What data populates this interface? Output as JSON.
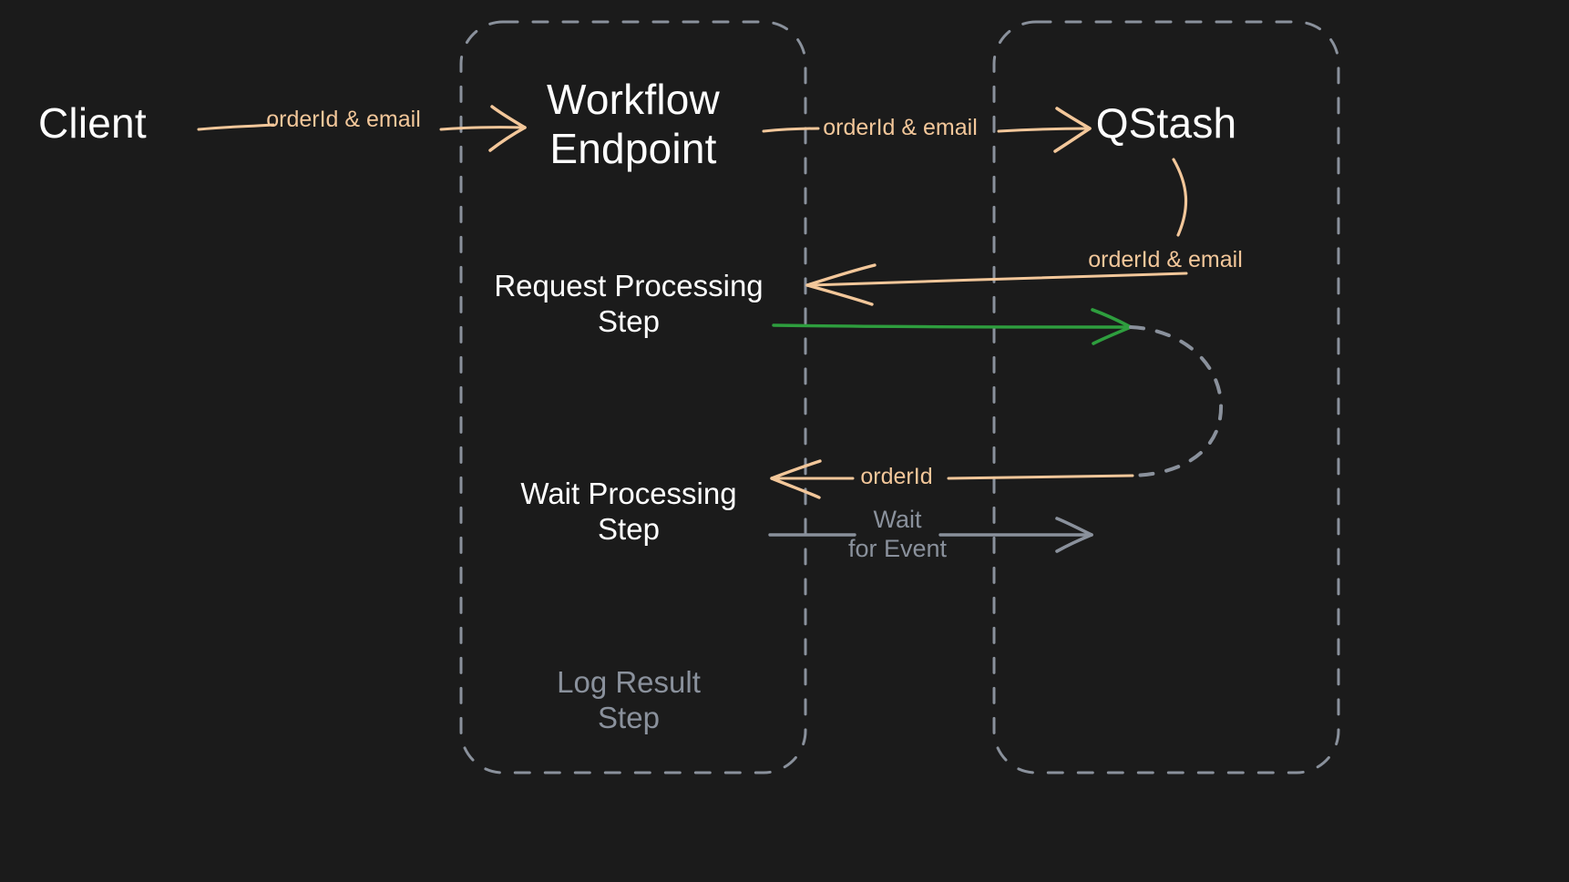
{
  "diagram": {
    "title": "Upstash Workflow sequence diagram",
    "background_color": "#1b1b1b",
    "colors": {
      "accent_peach": "#f3c79a",
      "white": "#ffffff",
      "muted_gray": "#8a919c",
      "green": "#2e9e3e",
      "dashed_border": "#8a919c"
    }
  },
  "actors": {
    "client": {
      "label": "Client"
    },
    "workflow_endpoint": {
      "label": "Workflow\nEndpoint"
    },
    "qstash": {
      "label": "QStash"
    }
  },
  "containers": [
    {
      "name": "workflow-endpoint-container",
      "style": "dashed-rounded"
    },
    {
      "name": "qstash-container",
      "style": "dashed-rounded"
    }
  ],
  "steps": [
    {
      "id": "request-processing-step",
      "label": "Request Processing\nStep",
      "state": "active"
    },
    {
      "id": "wait-processing-step",
      "label": "Wait Processing\nStep",
      "state": "active"
    },
    {
      "id": "log-result-step",
      "label": "Log Result\nStep",
      "state": "muted"
    }
  ],
  "edges": [
    {
      "id": "client-to-workflow",
      "label": "orderId & email",
      "color": "#f3c79a",
      "direction": "right",
      "style": "solid"
    },
    {
      "id": "workflow-to-qstash",
      "label": "orderId & email",
      "color": "#f3c79a",
      "direction": "right",
      "style": "solid"
    },
    {
      "id": "qstash-to-request-step",
      "label": "orderId & email",
      "color": "#f3c79a",
      "direction": "left",
      "style": "solid"
    },
    {
      "id": "request-step-to-qstash",
      "label": "",
      "color": "#2e9e3e",
      "direction": "right",
      "style": "solid"
    },
    {
      "id": "qstash-loopback",
      "label": "",
      "color": "#8a919c",
      "direction": "loop",
      "style": "dashed"
    },
    {
      "id": "qstash-to-wait-step",
      "label": "orderId",
      "color": "#f3c79a",
      "direction": "left",
      "style": "solid"
    },
    {
      "id": "wait-for-event",
      "label": "Wait\nfor Event",
      "color": "#8a919c",
      "direction": "right",
      "style": "solid"
    }
  ]
}
